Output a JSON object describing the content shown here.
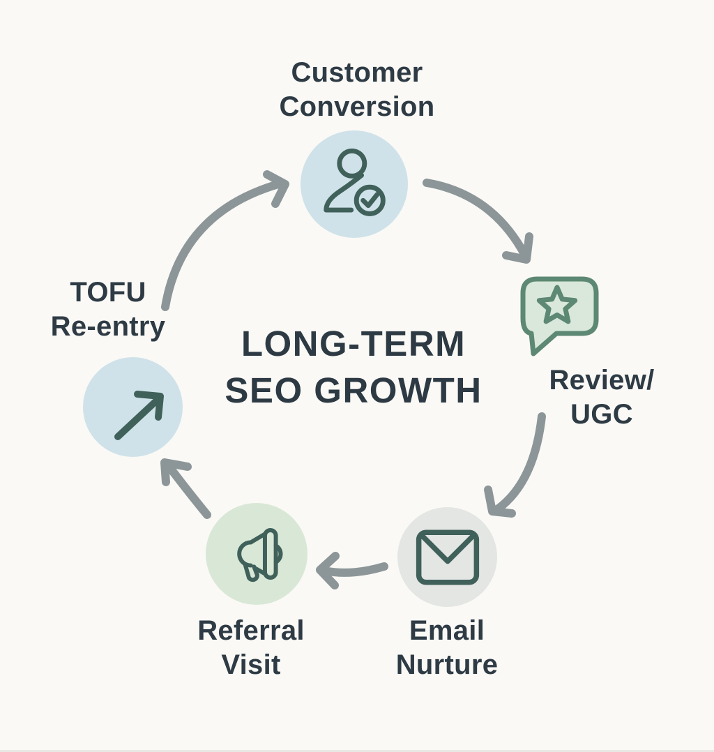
{
  "diagram": {
    "title": {
      "line1": "LONG-TERM",
      "line2": "SEO GROWTH"
    },
    "stages": [
      {
        "id": "customer-conversion",
        "line1": "Customer",
        "line2": "Conversion",
        "icon": "user-check-icon",
        "shape": "circle",
        "fill": "#cfe2e9"
      },
      {
        "id": "review-ugc",
        "line1": "Review/",
        "line2": "UGC",
        "icon": "star-speech-bubble-icon",
        "shape": "speech-bubble",
        "fill": "#d9e8da",
        "border": "#5d8873"
      },
      {
        "id": "email-nurture",
        "line1": "Email",
        "line2": "Nurture",
        "icon": "envelope-icon",
        "shape": "circle",
        "fill": "#e3e6e3"
      },
      {
        "id": "referral-visit",
        "line1": "Referral",
        "line2": "Visit",
        "icon": "megaphone-icon",
        "shape": "circle",
        "fill": "#d9e7d7"
      },
      {
        "id": "tofu-reentry",
        "line1": "TOFU",
        "line2": "Re-entry",
        "icon": "arrow-up-right-icon",
        "shape": "circle",
        "fill": "#cfe2e9"
      }
    ],
    "flow": [
      {
        "from": "tofu-reentry",
        "to": "customer-conversion"
      },
      {
        "from": "customer-conversion",
        "to": "review-ugc"
      },
      {
        "from": "review-ugc",
        "to": "email-nurture"
      },
      {
        "from": "email-nurture",
        "to": "referral-visit"
      },
      {
        "from": "referral-visit",
        "to": "tofu-reentry"
      }
    ],
    "colors": {
      "background": "#faf9f5",
      "text": "#2e3b45",
      "arrow": "#8c9698",
      "icon_stroke": "#40605a",
      "bubble_green": "#5d8873",
      "circle_blue": "#cfe2e9",
      "circle_gray": "#e3e6e3",
      "circle_green": "#d9e7d7"
    }
  }
}
